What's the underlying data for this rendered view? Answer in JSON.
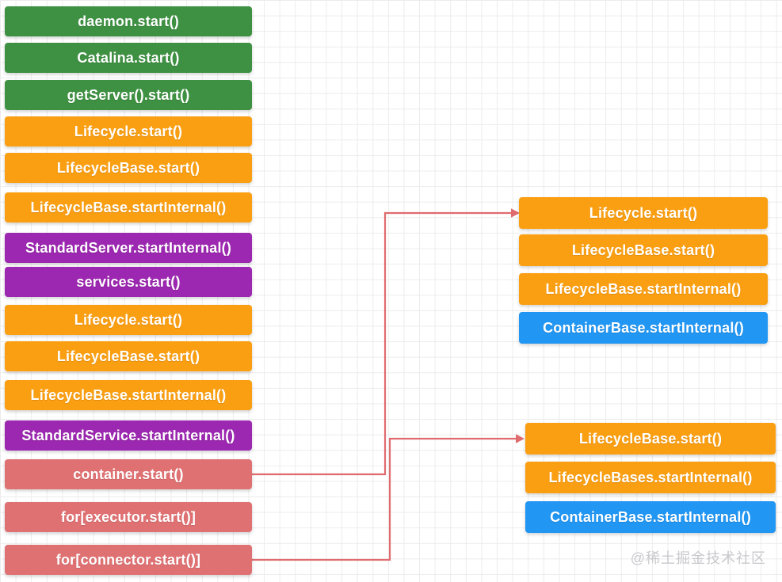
{
  "palette": {
    "green": "#3E9142",
    "orange": "#FB9F12",
    "purple": "#9C27B0",
    "pink": "#E07173",
    "blue": "#2196F3",
    "connector": "#E06B6E",
    "grid": "#ececec",
    "background": "#ffffff",
    "boxtext": "#ffffff",
    "watermark": "#c9c9cd"
  },
  "left_column": {
    "items": [
      {
        "label": "daemon.start()",
        "color": "green"
      },
      {
        "label": "Catalina.start()",
        "color": "green"
      },
      {
        "label": "getServer().start()",
        "color": "green"
      },
      {
        "label": "Lifecycle.start()",
        "color": "orange"
      },
      {
        "label": "LifecycleBase.start()",
        "color": "orange"
      },
      {
        "label": "LifecycleBase.startInternal()",
        "color": "orange"
      },
      {
        "label": "StandardServer.startInternal()",
        "color": "purple"
      },
      {
        "label": "services.start()",
        "color": "purple"
      },
      {
        "label": "Lifecycle.start()",
        "color": "orange"
      },
      {
        "label": "LifecycleBase.start()",
        "color": "orange"
      },
      {
        "label": "LifecycleBase.startInternal()",
        "color": "orange"
      },
      {
        "label": "StandardService.startInternal()",
        "color": "purple"
      },
      {
        "label": "container.start()",
        "color": "pink"
      },
      {
        "label": "for[executor.start()]",
        "color": "pink"
      },
      {
        "label": "for[connector.start()]",
        "color": "pink"
      }
    ]
  },
  "right_top_group": {
    "items": [
      {
        "label": "Lifecycle.start()",
        "color": "orange"
      },
      {
        "label": "LifecycleBase.start()",
        "color": "orange"
      },
      {
        "label": "LifecycleBase.startInternal()",
        "color": "orange"
      },
      {
        "label": "ContainerBase.startInternal()",
        "color": "blue"
      }
    ]
  },
  "right_bottom_group": {
    "items": [
      {
        "label": "LifecycleBase.start()",
        "color": "orange"
      },
      {
        "label": "LifecycleBases.startInternal()",
        "color": "orange"
      },
      {
        "label": "ContainerBase.startInternal()",
        "color": "blue"
      }
    ]
  },
  "connectors": [
    {
      "from": "container.start()",
      "to": "Lifecycle.start() (right top group)"
    },
    {
      "from": "for[connector.start()]",
      "to": "LifecycleBase.start() (right bottom group)"
    }
  ],
  "watermark": {
    "text": "@稀土掘金技术社区"
  }
}
